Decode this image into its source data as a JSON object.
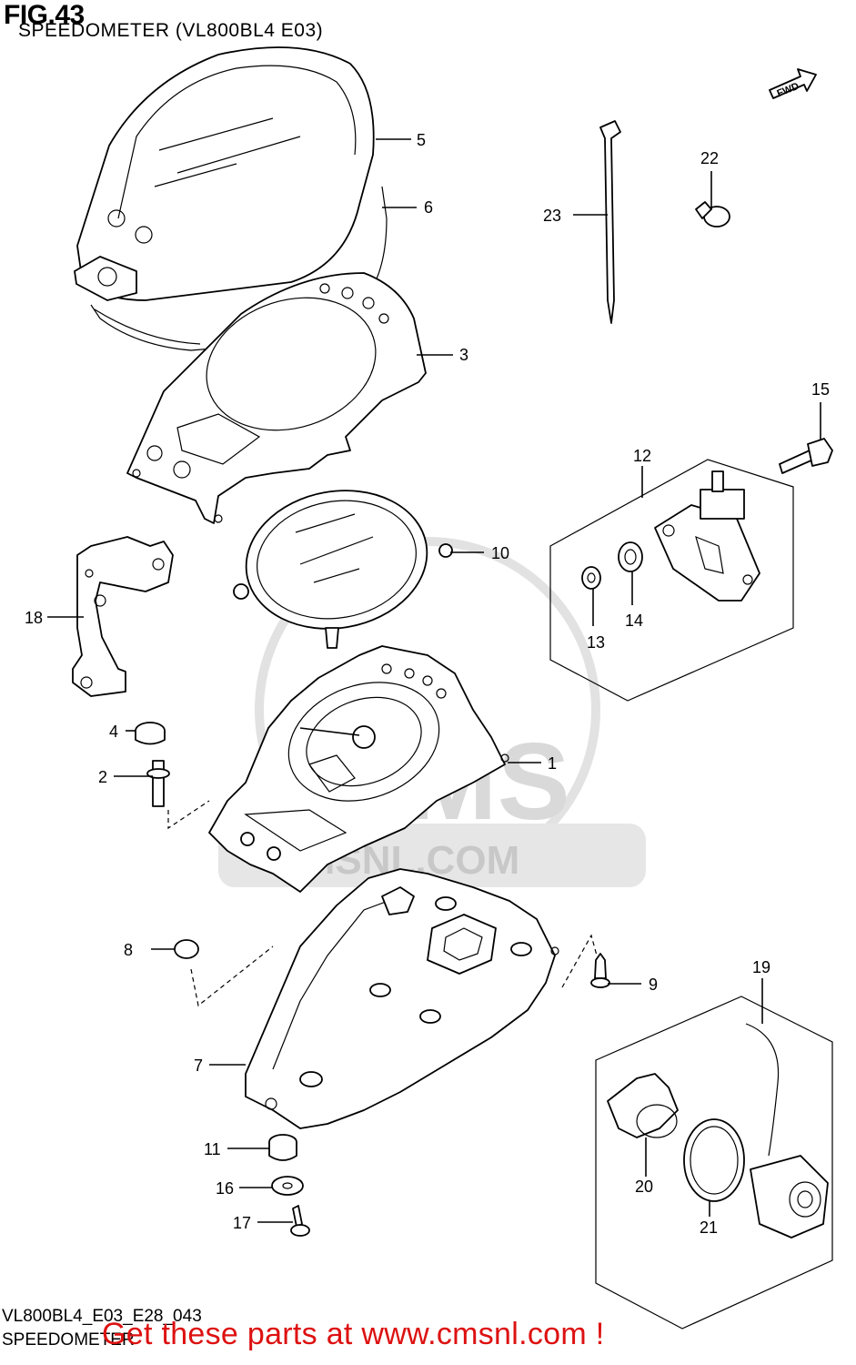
{
  "header": {
    "fig_title": "FIG.43",
    "subtitle": "SPEEDOMETER (VL800BL4 E03)"
  },
  "footer": {
    "code": "VL800BL4_E03_E28_043",
    "name": "SPEEDOMETER",
    "cta": "Get these parts at www.cmsnl.com !"
  },
  "watermark": {
    "logo_text": "CMS",
    "url_text": "CMSNL.COM"
  },
  "direction_badge": "FWD",
  "callouts": [
    {
      "id": "1"
    },
    {
      "id": "2"
    },
    {
      "id": "3"
    },
    {
      "id": "4"
    },
    {
      "id": "5"
    },
    {
      "id": "6"
    },
    {
      "id": "7"
    },
    {
      "id": "8"
    },
    {
      "id": "9"
    },
    {
      "id": "10"
    },
    {
      "id": "11"
    },
    {
      "id": "12"
    },
    {
      "id": "13"
    },
    {
      "id": "14"
    },
    {
      "id": "15"
    },
    {
      "id": "16"
    },
    {
      "id": "17"
    },
    {
      "id": "18"
    },
    {
      "id": "19"
    },
    {
      "id": "20"
    },
    {
      "id": "21"
    },
    {
      "id": "22"
    },
    {
      "id": "23"
    }
  ],
  "colors": {
    "line": "#000000",
    "watermark": "#d9d9d9",
    "cta": "#dd1111"
  }
}
